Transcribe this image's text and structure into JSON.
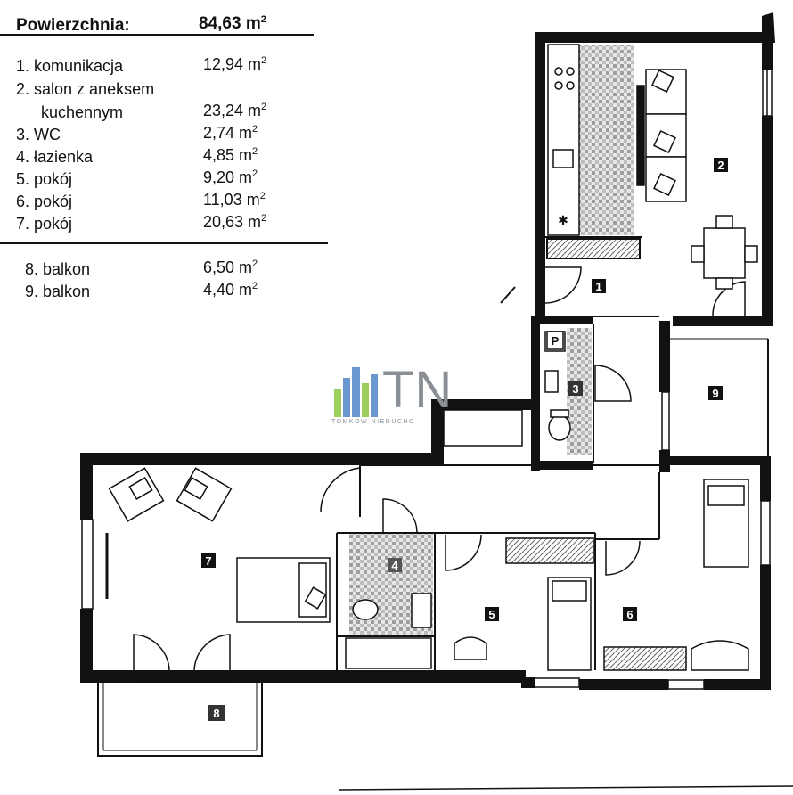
{
  "legend": {
    "title": "Powierzchnia:",
    "total": "84,63 m",
    "unit_sup": "2",
    "rooms": [
      {
        "label": "1. komunikacja",
        "area": "12,94 m"
      },
      {
        "label": "2. salon z aneksem",
        "area": ""
      },
      {
        "label": "kuchennym",
        "area": "23,24 m"
      },
      {
        "label": "3. WC",
        "area": "2,74 m"
      },
      {
        "label": "4. łazienka",
        "area": "4,85 m"
      },
      {
        "label": "5. pokój",
        "area": "9,20 m"
      },
      {
        "label": "6. pokój",
        "area": "11,03 m"
      },
      {
        "label": "7. pokój",
        "area": "20,63 m"
      }
    ],
    "balconies": [
      {
        "label": "8. balkon",
        "area": "6,50 m"
      },
      {
        "label": "9. balkon",
        "area": "4,40 m"
      }
    ]
  },
  "room_numbers": {
    "r1": "1",
    "r2": "2",
    "r3": "3",
    "r4": "4",
    "r5": "5",
    "r6": "6",
    "r7": "7",
    "r8": "8",
    "r9": "9",
    "wc_marker": "P"
  },
  "watermark": {
    "logo_text": "TN",
    "subtitle": "TOMKÓW NIERUCHO"
  },
  "colors": {
    "wall": "#111111",
    "tile": "#bdbdbd",
    "watermark_blue": "#4f86c6",
    "watermark_green": "#8cc63f",
    "watermark_gray": "#8a8f96"
  }
}
